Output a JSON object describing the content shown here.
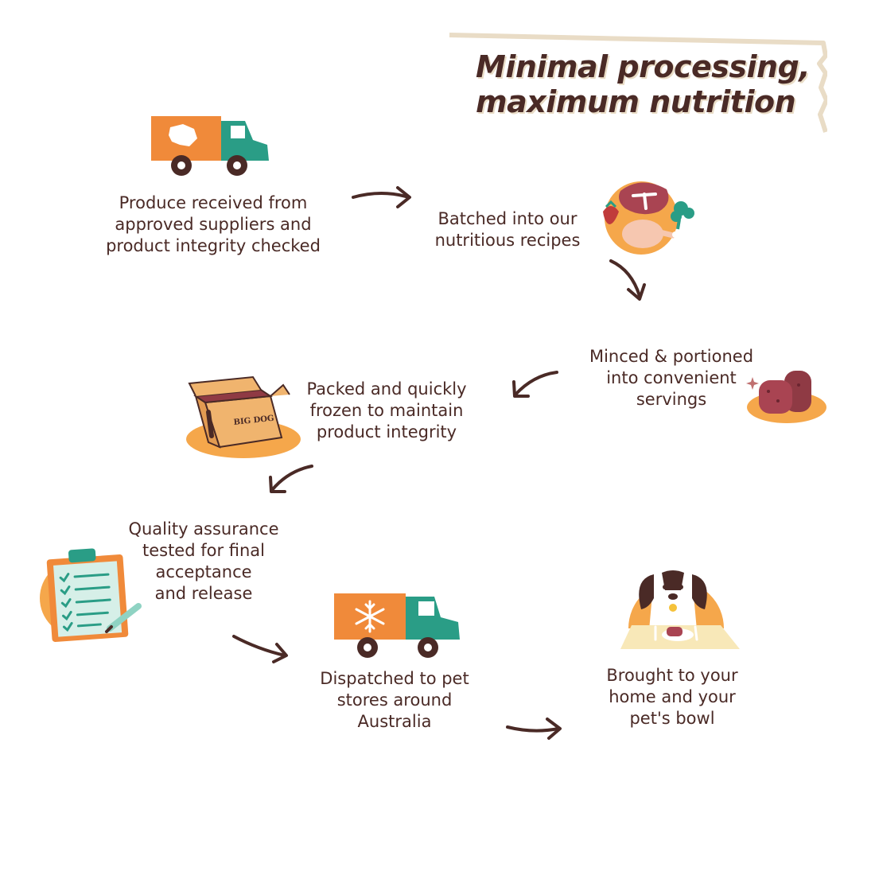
{
  "title": {
    "line1": "Minimal processing,",
    "line2": "maximum nutrition"
  },
  "steps": [
    {
      "lines": [
        "Produce received from",
        "approved suppliers and",
        "product integrity checked"
      ],
      "icon": "delivery-truck-icon"
    },
    {
      "lines": [
        "Batched into our",
        "nutritious recipes"
      ],
      "icon": "ingredients-icon"
    },
    {
      "lines": [
        "Minced & portioned",
        "into convenient",
        "servings"
      ],
      "icon": "meat-portions-icon"
    },
    {
      "lines": [
        "Packed and quickly",
        "frozen to maintain",
        "product integrity"
      ],
      "icon": "shipping-box-icon",
      "box_label": "BIG DOG"
    },
    {
      "lines": [
        "Quality assurance",
        "tested for final",
        "acceptance",
        "and release"
      ],
      "icon": "clipboard-checklist-icon"
    },
    {
      "lines": [
        "Dispatched to pet",
        "stores around",
        "Australia"
      ],
      "icon": "refrigerated-truck-icon"
    },
    {
      "lines": [
        "Brought to your",
        "home and your",
        "pet's bowl"
      ],
      "icon": "dog-with-bowl-icon"
    }
  ],
  "colors": {
    "text": "#4a2a26",
    "orange": "#f5a74b",
    "orange_dark": "#f08a3a",
    "teal": "#2a9d86",
    "cream": "#e9dcc6",
    "meat": "#a94452"
  }
}
